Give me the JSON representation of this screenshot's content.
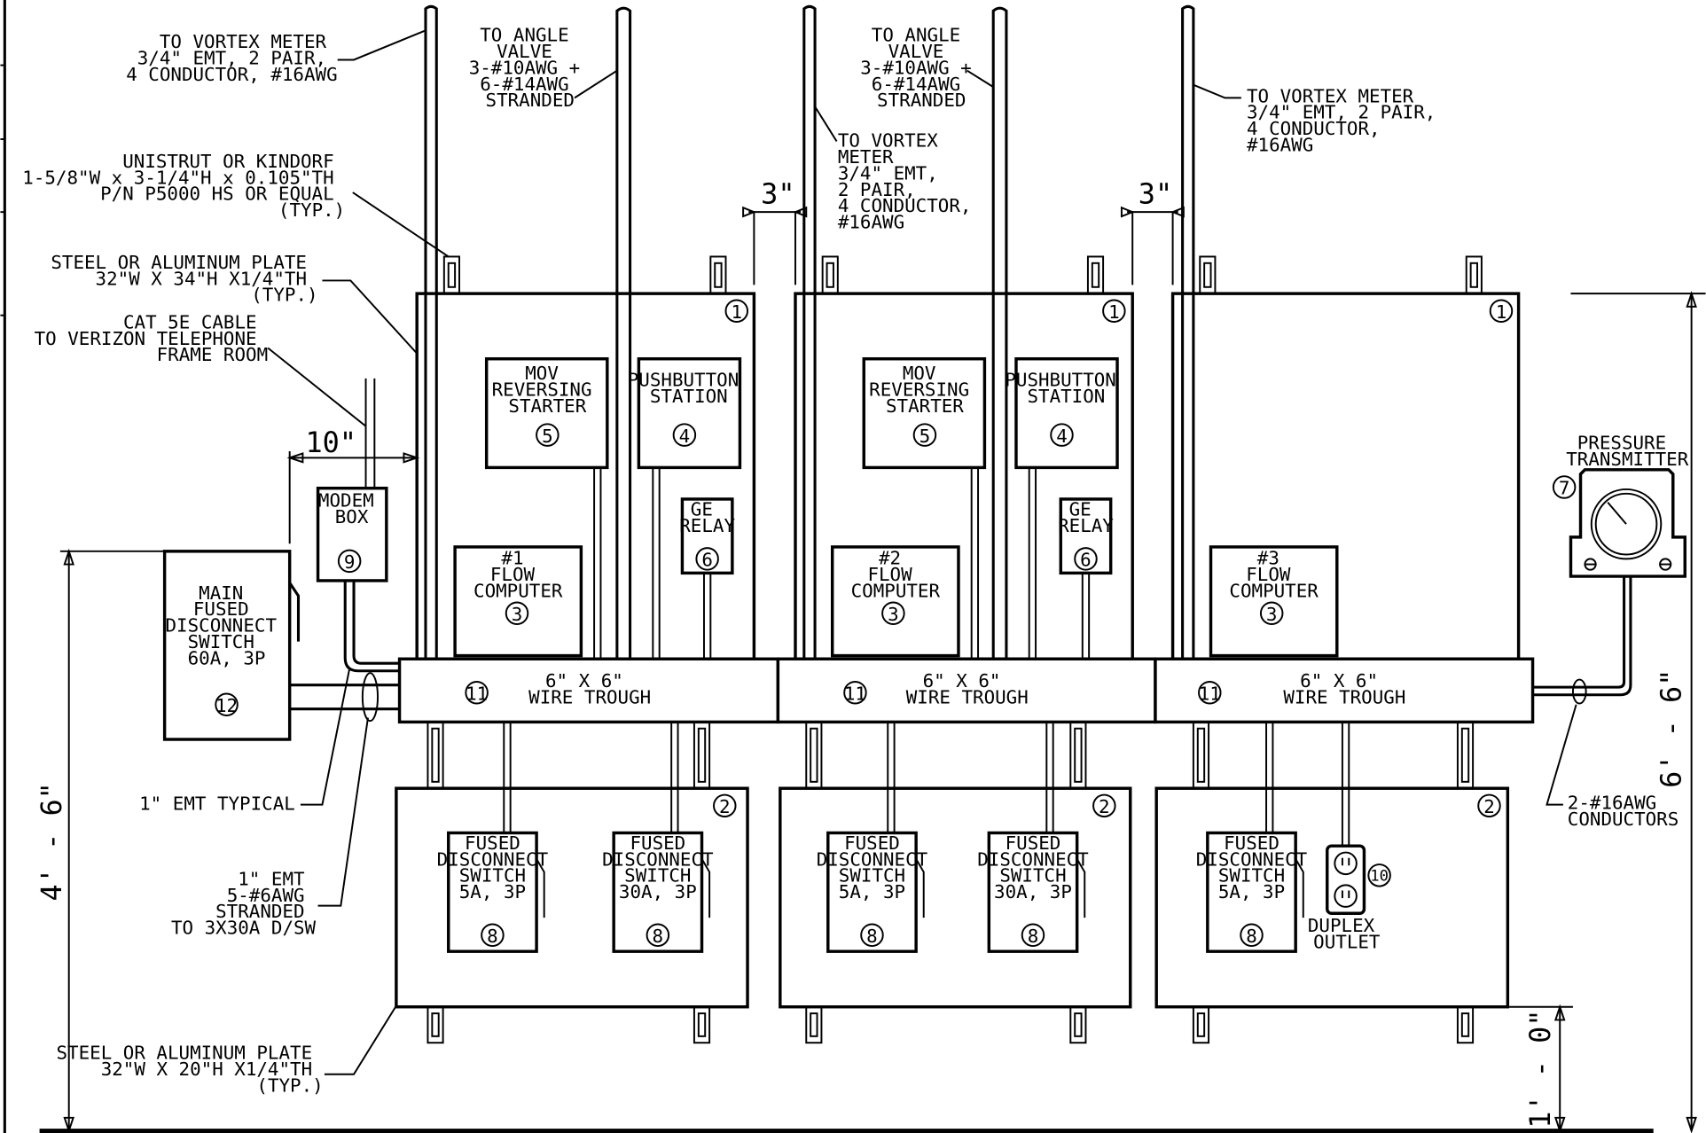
{
  "callouts": {
    "vortex_1": [
      "TO VORTEX METER",
      "3/4\" EMT, 2 PAIR,",
      "4 CONDUCTOR, #16AWG"
    ],
    "angle_1": [
      "TO ANGLE",
      "VALVE",
      "3-#10AWG +",
      "6-#14AWG",
      "STRANDED"
    ],
    "vortex_2": [
      "TO VORTEX",
      "METER",
      "3/4\" EMT,",
      "2 PAIR,",
      "4 CONDUCTOR,",
      "#16AWG"
    ],
    "angle_2": [
      "TO ANGLE",
      "VALVE",
      "3-#10AWG +",
      "6-#14AWG",
      "STRANDED"
    ],
    "vortex_3": [
      "TO VORTEX METER",
      "3/4\" EMT, 2 PAIR,",
      "4 CONDUCTOR,",
      "#16AWG"
    ],
    "unistrut": [
      "UNISTRUT OR KINDORF",
      "1-5/8\"W x 3-1/4\"H x 0.105\"TH",
      "P/N P5000 HS OR EQUAL",
      "(TYP.)"
    ],
    "upper_plate": [
      "STEEL OR ALUMINUM PLATE",
      "32\"W X 34\"H X1/4\"TH",
      "(TYP.)"
    ],
    "cat5": [
      "CAT 5E CABLE",
      "TO VERIZON TELEPHONE",
      "FRAME ROOM"
    ],
    "emt_typical": [
      "1\" EMT TYPICAL"
    ],
    "emt_feed": [
      "1\" EMT",
      "5-#6AWG",
      "STRANDED",
      "TO 3X30A D/SW"
    ],
    "lower_plate": [
      "STEEL OR ALUMINUM PLATE",
      "32\"W X 20\"H X1/4\"TH",
      "(TYP.)"
    ],
    "pt_conductors": [
      "2-#16AWG",
      "CONDUCTORS"
    ]
  },
  "dimensions": {
    "ten_in": "10\"",
    "three_in_a": "3\"",
    "three_in_b": "3\"",
    "six_six": "6' - 6\"",
    "four_six": "4' - 6\"",
    "one_zero": "1' - 0\""
  },
  "components": {
    "mov": [
      "MOV",
      "REVERSING",
      "STARTER"
    ],
    "pushbutton": [
      "PUSHBUTTON",
      "STATION"
    ],
    "ge_relay": [
      "GE",
      "RELAY"
    ],
    "flow_1": [
      "#1",
      "FLOW",
      "COMPUTER"
    ],
    "flow_2": [
      "#2",
      "FLOW",
      "COMPUTER"
    ],
    "flow_3": [
      "#3",
      "FLOW",
      "COMPUTER"
    ],
    "trough": [
      "6\" X 6\"",
      "WIRE TROUGH"
    ],
    "fused_5a": [
      "FUSED",
      "DISCONNECT",
      "SWITCH",
      "5A, 3P"
    ],
    "fused_30a": [
      "FUSED",
      "DISCONNECT",
      "SWITCH",
      "30A, 3P"
    ],
    "main_switch": [
      "MAIN",
      "FUSED",
      "DISCONNECT",
      "SWITCH",
      "60A, 3P"
    ],
    "modem": [
      "MODEM",
      "BOX"
    ],
    "pressure": [
      "PRESSURE",
      "TRANSMITTER"
    ],
    "duplex": [
      "DUPLEX",
      "OUTLET"
    ]
  },
  "item_numbers": {
    "n1": "1",
    "n2": "2",
    "n3": "3",
    "n4": "4",
    "n5": "5",
    "n6": "6",
    "n7": "7",
    "n8": "8",
    "n9": "9",
    "n10": "10",
    "n11": "11",
    "n12": "12"
  }
}
